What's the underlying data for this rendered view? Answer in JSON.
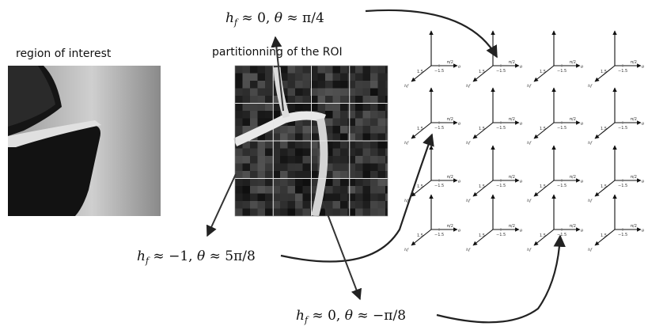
{
  "labels": {
    "roi_title": "region of interest",
    "partition_title": "partitionning of the ROI"
  },
  "annotations": [
    {
      "key": "top",
      "hf": "0",
      "theta": "π/4"
    },
    {
      "key": "left",
      "hf": "−1",
      "theta": "5π/8"
    },
    {
      "key": "bottom",
      "hf": "0",
      "theta": "−π/8"
    }
  ],
  "grid": {
    "rows": 4,
    "cols": 4
  },
  "axis_glyph": {
    "hf_label": "h",
    "hf_sub": "f",
    "theta_label": "θ",
    "tick_hf": "1.5",
    "tick_theta_top": "−1.5",
    "tick_theta_frac": "π/2"
  },
  "colors": {
    "ink": "#222222",
    "roi_dark": "#141414",
    "roi_light": "#d8d8d8",
    "partition_bg": "#2a2a2a",
    "partition_lines": "#e6e6e6"
  }
}
